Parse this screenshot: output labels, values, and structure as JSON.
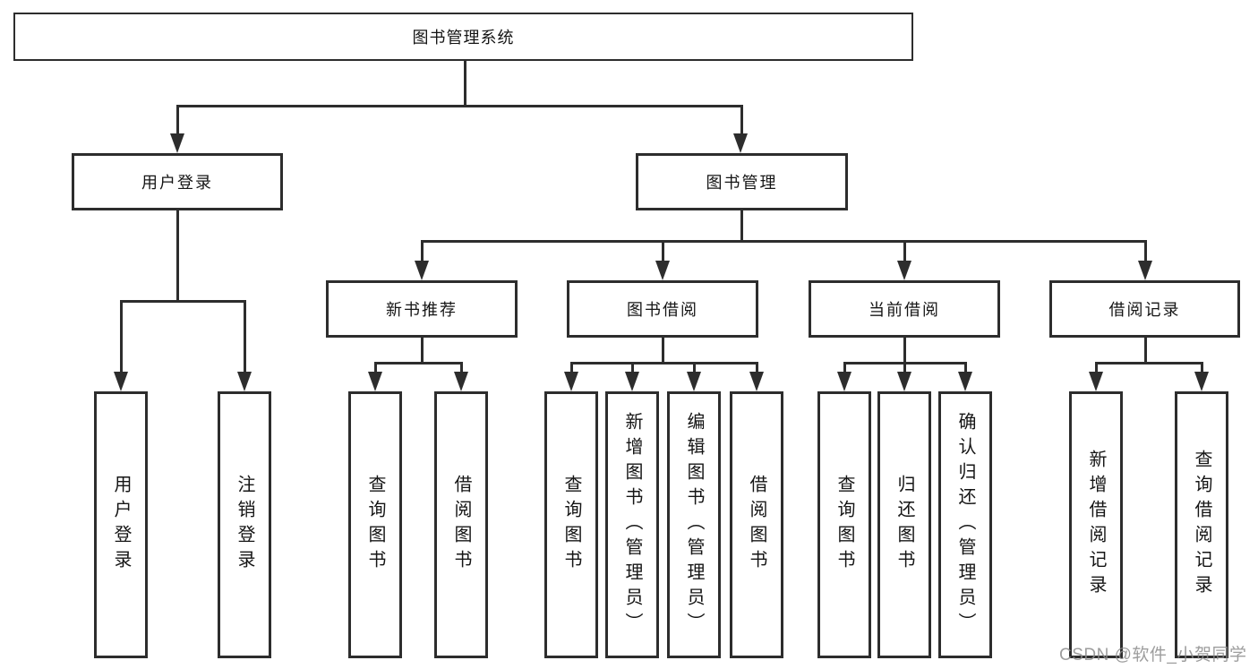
{
  "diagram": {
    "root": {
      "label": "图书管理系统"
    },
    "level2": [
      {
        "label": "用户登录"
      },
      {
        "label": "图书管理"
      }
    ],
    "level3": [
      {
        "label": "新书推荐"
      },
      {
        "label": "图书借阅"
      },
      {
        "label": "当前借阅"
      },
      {
        "label": "借阅记录"
      }
    ],
    "leaves": {
      "user_login": [
        {
          "label": "用户登录"
        },
        {
          "label": "注销登录"
        }
      ],
      "new_book": [
        {
          "label": "查询图书"
        },
        {
          "label": "借阅图书"
        }
      ],
      "book_borrow": [
        {
          "label": "查询图书"
        },
        {
          "label": "新增图书（管理员）"
        },
        {
          "label": "编辑图书（管理员）"
        },
        {
          "label": "借阅图书"
        }
      ],
      "current_borrow": [
        {
          "label": "查询图书"
        },
        {
          "label": "归还图书"
        },
        {
          "label": "确认归还（管理员）"
        }
      ],
      "borrow_record": [
        {
          "label": "新增借阅记录"
        },
        {
          "label": "查询借阅记录"
        }
      ]
    }
  },
  "watermark": {
    "text": "CSDN @软件_小贺同学"
  },
  "colors": {
    "line": "#2d2d2d",
    "text": "#151515",
    "watermark": "#8c8c8c",
    "background": "#ffffff"
  }
}
